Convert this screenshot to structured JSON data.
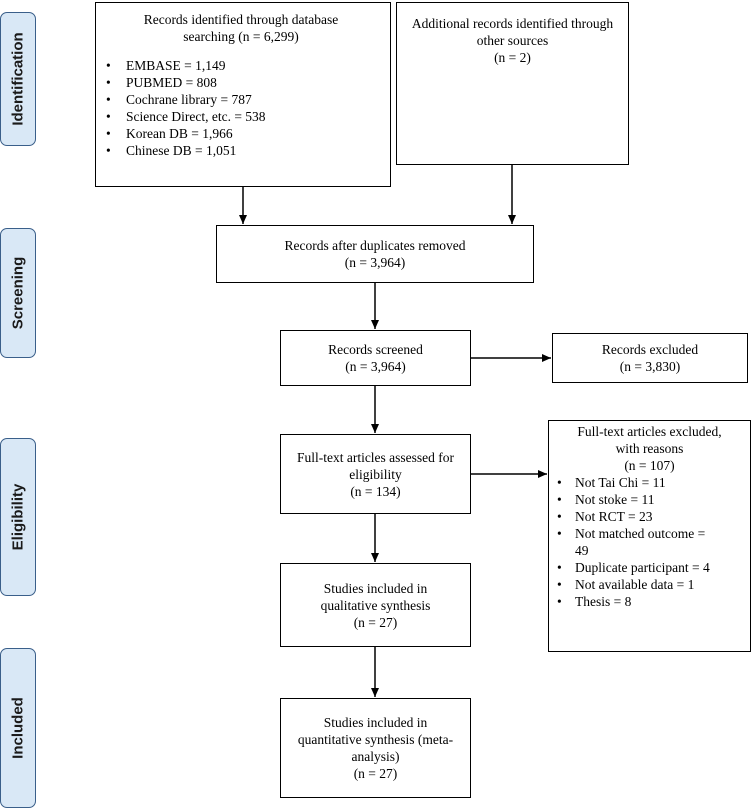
{
  "stages": {
    "identification": "Identification",
    "screening": "Screening",
    "eligibility": "Eligibility",
    "included": "Included"
  },
  "identified_db": {
    "title_lines": [
      "Records identified through database",
      "searching (n = 6,299)"
    ],
    "items": [
      "EMBASE = 1,149",
      "PUBMED = 808",
      "Cochrane library = 787",
      "Science Direct, etc. = 538",
      "Korean DB = 1,966",
      "Chinese DB = 1,051"
    ]
  },
  "identified_other": {
    "lines": [
      "Additional records identified through",
      "other sources",
      "(n = 2)"
    ]
  },
  "duplicates_removed": {
    "lines": [
      "Records after duplicates removed",
      "(n = 3,964)"
    ]
  },
  "screened": {
    "lines": [
      "Records screened",
      "(n =  3,964)"
    ]
  },
  "excluded": {
    "lines": [
      "Records excluded",
      "(n = 3,830)"
    ]
  },
  "fulltext_assessed": {
    "lines": [
      "Full-text articles assessed for",
      "eligibility",
      "(n = 134)"
    ]
  },
  "fulltext_excluded": {
    "title_lines": [
      "Full-text articles excluded,",
      "with reasons",
      "(n = 107)"
    ],
    "items": [
      "Not Tai Chi = 11",
      "Not stoke = 11",
      "Not RCT = 23",
      "Not matched outcome =",
      "Duplicate participant = 4",
      "Not available data = 1",
      "Thesis = 8"
    ],
    "continuation": "49"
  },
  "qualitative": {
    "lines": [
      "Studies included in",
      "qualitative synthesis",
      "(n = 27)"
    ]
  },
  "quantitative": {
    "lines": [
      "Studies included in",
      "quantitative synthesis (meta-",
      "analysis)",
      "(n = 27)"
    ]
  }
}
